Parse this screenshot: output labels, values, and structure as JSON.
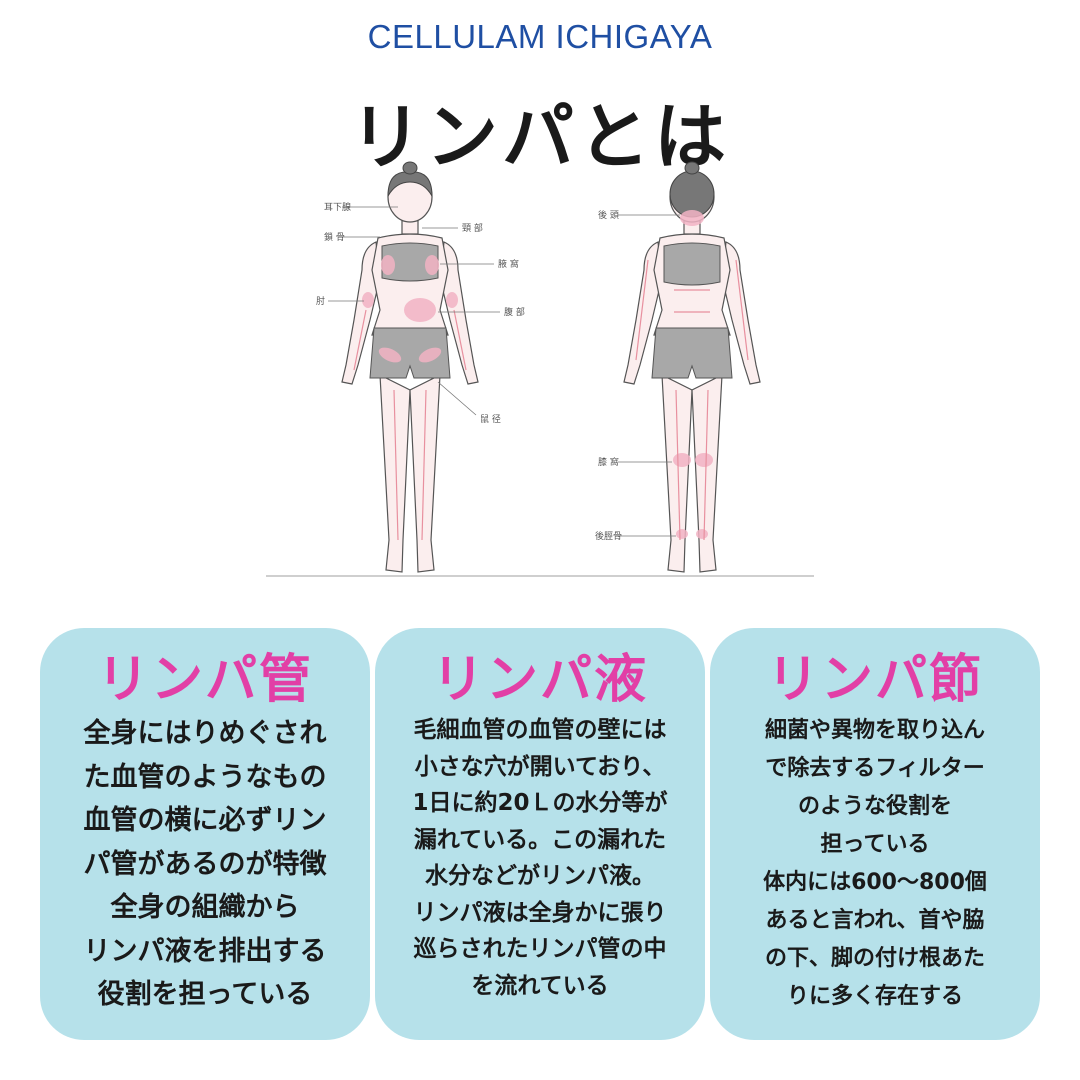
{
  "brand": "CELLULAM ICHIGAYA",
  "title": "リンパとは",
  "figure": {
    "front_labels": [
      "耳下腺",
      "鎖 骨",
      "頸 部",
      "腋 窩",
      "肘",
      "腹 部",
      "鼠 径"
    ],
    "back_labels": [
      "後 頭",
      "膝 窩",
      "後脛骨"
    ]
  },
  "cards": [
    {
      "heading": "リンパ管",
      "lines": [
        "全身にはりめぐされ",
        "た血管のようなもの",
        "血管の横に必ずリン",
        "パ管があるのが特徴",
        "全身の組織から",
        "リンパ液を排出する",
        "役割を担っている"
      ]
    },
    {
      "heading": "リンパ液",
      "lines": [
        "毛細血管の血管の壁には",
        "小さな穴が開いており、",
        "1日に約20Ｌの水分等が",
        "漏れている。この漏れた",
        "水分などがリンパ液。",
        "リンパ液は全身かに張り",
        "巡らされたリンパ管の中",
        "を流れている"
      ]
    },
    {
      "heading": "リンパ節",
      "lines": [
        "細菌や異物を取り込ん",
        "で除去するフィルター",
        "のような役割を",
        "担っている",
        "体内には600〜800個",
        "あると言われ、首や脇",
        "の下、脚の付け根あた",
        "りに多く存在する"
      ]
    }
  ],
  "colors": {
    "brand": "#1f4fa3",
    "heading": "#e23fa6",
    "card_bg": "#b6e1ea",
    "lymph_pink": "#f2b3c4"
  }
}
